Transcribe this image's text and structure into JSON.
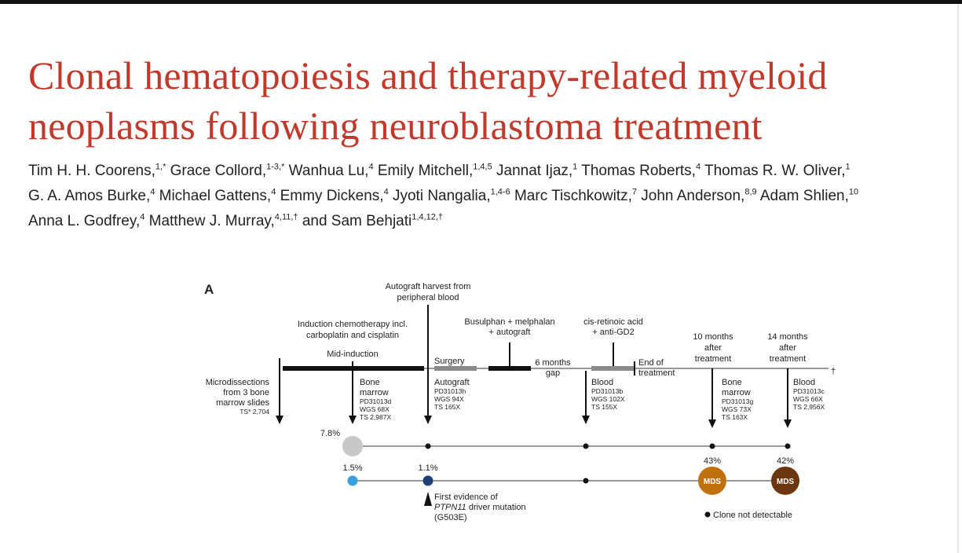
{
  "title": {
    "line1": "Clonal hematopoiesis and therapy-related myeloid",
    "line2": "neoplasms following neuroblastoma treatment"
  },
  "authors": {
    "line1": [
      {
        "name": "Tim H. H. Coorens,",
        "sup": "1,*"
      },
      {
        "name": " Grace Collord,",
        "sup": "1-3,*"
      },
      {
        "name": " Wanhua Lu,",
        "sup": "4"
      },
      {
        "name": " Emily Mitchell,",
        "sup": "1,4,5"
      },
      {
        "name": " Jannat Ijaz,",
        "sup": "1"
      },
      {
        "name": " Thomas Roberts,",
        "sup": "4"
      },
      {
        "name": " Thomas R. W. Oliver,",
        "sup": "1"
      }
    ],
    "line2": [
      {
        "name": "G. A. Amos Burke,",
        "sup": "4"
      },
      {
        "name": " Michael Gattens,",
        "sup": "4"
      },
      {
        "name": " Emmy Dickens,",
        "sup": "4"
      },
      {
        "name": " Jyoti Nangalia,",
        "sup": "1,4-6"
      },
      {
        "name": " Marc Tischkowitz,",
        "sup": "7"
      },
      {
        "name": " John Anderson,",
        "sup": "8,9"
      },
      {
        "name": " Adam Shlien,",
        "sup": "10"
      }
    ],
    "line3": [
      {
        "name": "Anna L. Godfrey,",
        "sup": "4"
      },
      {
        "name": " Matthew J. Murray,",
        "sup": "4,11,†"
      },
      {
        "name": " and Sam Behjati",
        "sup": "1,4,12,†"
      }
    ]
  },
  "figure": {
    "panel_label": "A",
    "autograft_harvest": [
      "Autograft harvest from",
      "peripheral blood"
    ],
    "induction": [
      "Induction chemotherapy incl.",
      "carboplatin and cisplatin"
    ],
    "busulphan": [
      "Busulphan + melphalan",
      "+ autograft"
    ],
    "cis_retinoic": [
      "cis-retinoic acid",
      "+ anti-GD2"
    ],
    "mid_induction": "Mid-induction",
    "surgery": "Surgery",
    "gap": [
      "6 months",
      "gap"
    ],
    "end_of_treatment": [
      "End of",
      "treatment"
    ],
    "ten_months": [
      "10 months",
      "after",
      "treatment"
    ],
    "fourteen_months": [
      "14 months",
      "after",
      "treatment"
    ],
    "dagger": "†",
    "samples": {
      "microdissections": [
        "Microdissections",
        "from 3 bone",
        "marrow slides"
      ],
      "microdissections_ts": "TS* 2,704",
      "bone_marrow_1": {
        "label": [
          "Bone",
          "marrow"
        ],
        "details": [
          "PD31013d",
          "WGS 68X",
          "TS 2,987X"
        ]
      },
      "autograft": {
        "label": [
          "Autograft"
        ],
        "details": [
          "PD31013h",
          "WGS 94X",
          "TS 165X"
        ]
      },
      "blood_1": {
        "label": [
          "Blood"
        ],
        "details": [
          "PD31013b",
          "WGS 102X",
          "TS 155X"
        ]
      },
      "bone_marrow_2": {
        "label": [
          "Bone",
          "marrow"
        ],
        "details": [
          "PD31013g",
          "WGS 73X",
          "TS 163X"
        ]
      },
      "blood_2": {
        "label": [
          "Blood"
        ],
        "details": [
          "PD31013c",
          "WGS 66X",
          "TS 2,956X"
        ]
      }
    },
    "clone1": {
      "first_vaf": "7.8%",
      "vaf_43": "43%",
      "color": "#c8c8c8"
    },
    "clone2": {
      "first_vaf": "1.5%",
      "second_vaf": "1.1%",
      "vaf_42": "42%",
      "color_first": "#3aa0dc",
      "color_second": "#1c3f75"
    },
    "mds_label": "MDS",
    "mds_colors": {
      "left": "#c0700d",
      "right": "#6b3710"
    },
    "first_evidence": [
      "First evidence of",
      "driver mutation",
      "(G503E)"
    ],
    "gene": "PTPN11",
    "legend": "Clone not detectable"
  }
}
